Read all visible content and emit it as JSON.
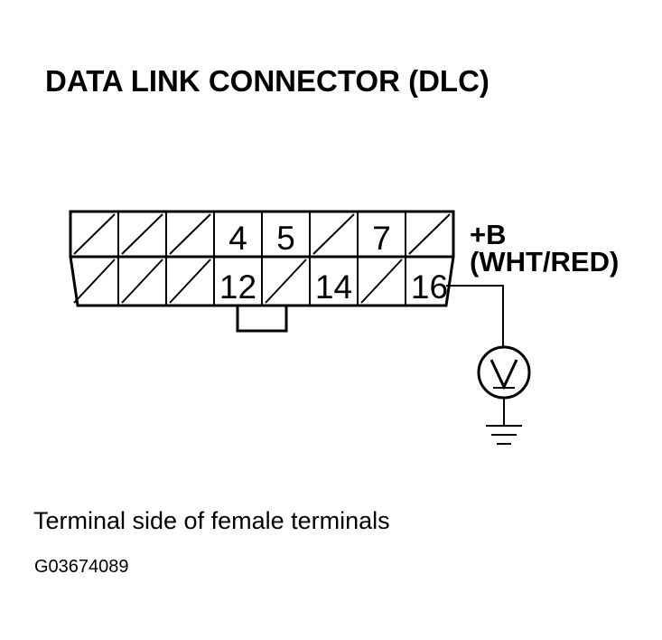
{
  "title": "DATA LINK CONNECTOR (DLC)",
  "connector": {
    "top_row": [
      "",
      "",
      "",
      "4",
      "5",
      "",
      "7",
      ""
    ],
    "bottom_row": [
      "",
      "",
      "",
      "12",
      "",
      "14",
      "",
      "16"
    ]
  },
  "terminal_label": {
    "line1": "+B",
    "line2": "(WHT/RED)"
  },
  "caption": "Terminal side of female terminals",
  "figure_id": "G03674089",
  "meter_icon": "voltmeter-icon",
  "ground_icon": "ground-icon"
}
